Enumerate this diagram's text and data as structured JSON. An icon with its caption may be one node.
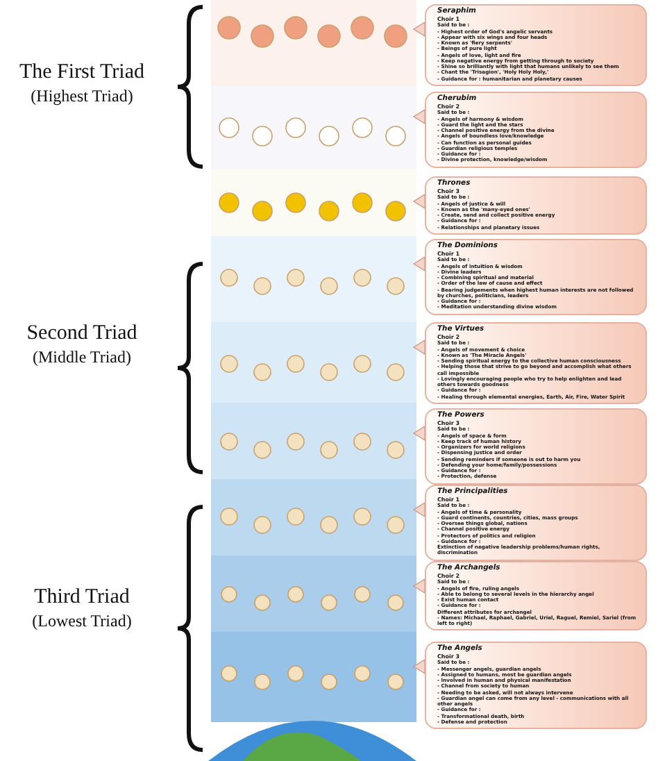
{
  "diagram": {
    "nodes": [
      {
        "text": [
          "Seraphim",
          "Choir 1",
          "Said to be :",
          "- Highest order of God's angelic servants",
          "- Appear with six wings and four heads",
          "- Known as 'fiery serpents'",
          "- Beings of pure light",
          "- Angels of love, light and fire",
          "- Keep negative energy from getting through to society",
          "- Shine so brilliantly with light that humans unlikely to see them",
          "- Chant the 'Trisagion', 'Holy Holy Holy,'",
          "- Guidance for : humanitarian and planetary causes"
        ]
      },
      {
        "text": [
          "Cherubim",
          "Choir 2",
          "Said to be :",
          "- Angels of harmony & wisdom",
          "- Guard the light and the stars",
          "- Channel positive energy from the divine",
          "- Angels of boundless love/knowledge",
          "- Can function as personal guides",
          "- Guardian religious temples",
          "- Guidance for :",
          "- Divine protection, knowledge/wisdom"
        ]
      },
      {
        "text": [
          "Thrones",
          "Choir 3",
          "Said to be :",
          "- Angels of justice & will",
          "- Known as the 'many-eyed ones'",
          "- Create, send and collect positive energy",
          "- Guidance for :",
          "- Relationships and planetary issues"
        ]
      },
      {
        "text": [
          "The Dominions",
          "Choir 1",
          "Said to be :",
          "- Angels of intuition & wisdom",
          "- Divine leaders",
          "- Combining spiritual and material",
          "- Order of the law of cause and effect",
          "- Bearing judgements when highest human interests are not followed by churches, politicians, leaders",
          "- Guidance for :",
          "- Meditation understanding divine wisdom"
        ]
      },
      {
        "text": [
          "The Virtues",
          "Choir 2",
          "Said to be :",
          "- Angels of movement & choice",
          "- Known as 'The Miracle Angels'",
          "- Sending spiritual energy to the collective human consciousness",
          "- Helping those that strive to go beyond and accomplish what others call impossible",
          "- Lovingly encouraging people who try to help enlighten and lead others towards goodness",
          "- Guidance for :",
          "- Healing through elemental energies, Earth, Air, Fire, Water Spirit"
        ]
      },
      {
        "text": [
          "The Powers",
          "Choir 3",
          "Said to be :",
          "- Angels of space & form",
          "- Keep track of human history",
          "- Organizers for world religions",
          "- Dispensing justice and order",
          "- Sending reminders if someone is out to harm you",
          "- Defending your home/family/possessions",
          "- Guidance for :",
          "- Protection, defense"
        ]
      },
      {
        "text": [
          "The Principalities",
          "Choir 1",
          "Said to be :",
          "- Angels of time & personality",
          "- Guard continents, countries, cities, mass groups",
          "- Oversee things global, nations",
          "- Channel positive energy",
          "- Protectors of politics and religion",
          "- Guidance for :",
          "Extinction of negative leadership problems/human rights, discrimination"
        ]
      },
      {
        "text": [
          "The Archangels",
          "Choir 2",
          "Said to be :",
          "- Angels of fire, ruling angels",
          "- Able to belong to several levels in the hierarchy angel",
          "- Exist human contact",
          "- Guidance for :",
          "Different attributes for archangel",
          "- Names: Michael, Raphael, Gabriel, Uriel, Raguel, Remiel, Sariel (from left to right)"
        ]
      },
      {
        "text": [
          "The Angels",
          "Choir 3",
          "Said to be :",
          "- Messenger angels, guardian angels",
          "- Assigned to humans, most be guardian angels",
          "- Involved in human and physical manifestation",
          "- Channel from society to human",
          "- Needing to be asked, will not always intervene",
          "- Guardian angel can come from any level - communications with all other angels",
          "- Guidance for :",
          "- Transformational death, birth",
          "- Defense and protection"
        ]
      }
    ],
    "labels": [
      "The First Triad",
      "(Highest Triad)",
      "Second Triad",
      "(Middle Triad)",
      "Third Triad",
      "(Lowest Triad)"
    ]
  }
}
